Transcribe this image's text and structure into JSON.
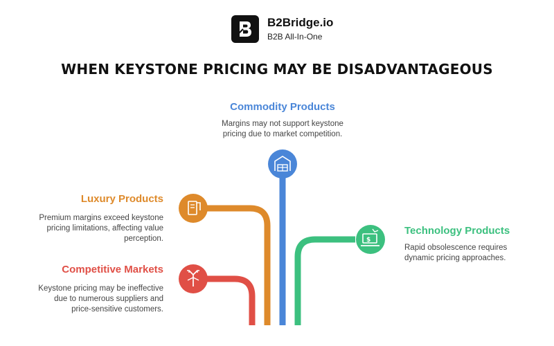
{
  "brand": {
    "name": "B2Bridge.io",
    "tagline": "B2B All-In-One",
    "logo_icon": "b2bridge-logo-icon"
  },
  "title": "WHEN KEYSTONE PRICING MAY BE DISADVANTAGEOUS",
  "items": {
    "commodity": {
      "title": "Commodity Products",
      "desc_lines": [
        "Margins may not support keystone",
        "pricing due to market competition."
      ],
      "color": "#4a86d8",
      "icon": "warehouse-icon"
    },
    "luxury": {
      "title": "Luxury Products",
      "desc_lines": [
        "Premium margins exceed keystone",
        "pricing limitations, affecting value",
        "perception."
      ],
      "color": "#de8a2b",
      "icon": "price-tag-icon"
    },
    "technology": {
      "title": "Technology Products",
      "desc_lines": [
        "Rapid obsolescence requires",
        "dynamic pricing approaches."
      ],
      "color": "#3cc07f",
      "icon": "laptop-dollar-icon"
    },
    "competitive": {
      "title": "Competitive Markets",
      "desc_lines": [
        "Keystone pricing may be ineffective",
        "due to numerous suppliers and",
        "price-sensitive customers."
      ],
      "color": "#e04f46",
      "icon": "diverging-arrows-icon"
    }
  }
}
